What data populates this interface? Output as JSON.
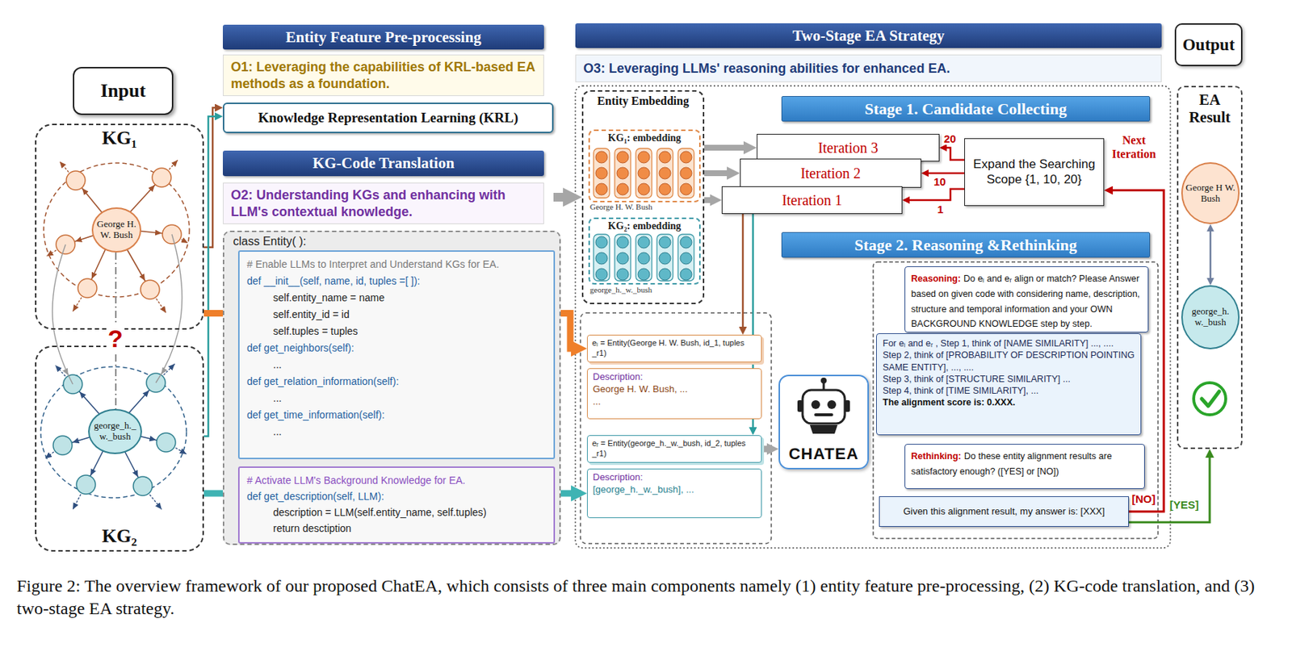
{
  "diagram": {
    "caption": "Figure 2: The overview framework of our proposed ChatEA, which consists of three main components namely (1) entity feature pre-processing, (2) KG-code translation, and (3) two-stage EA strategy.",
    "nodes": [
      {
        "text": [
          "Input"
        ]
      },
      {
        "text": [
          "KG₁"
        ]
      },
      {
        "text": [
          "George H. W. Bush"
        ],
        "in": 1
      },
      {
        "text": [
          "KG₂"
        ]
      },
      {
        "text": [
          "george_h._w._bush"
        ],
        "in": 3
      },
      {
        "text": [
          "Entity Feature Pre-processing"
        ]
      },
      {
        "text": [
          "O1: Leveraging the capabilities of KRL-based EA methods as a foundation."
        ]
      },
      {
        "text": [
          "Knowledge Representation Learning (KRL)"
        ]
      },
      {
        "text": [
          "KG-Code Translation"
        ]
      },
      {
        "text": [
          "O2: Understanding KGs and enhancing with LLM's contextual knowledge."
        ]
      },
      {
        "text": [
          "class Entity( ):"
        ]
      },
      {
        "text": [
          "# Enable LLMs to Interpret and Understand KGs for EA.",
          "def __init__(self, name, id, tuples =[ ]):",
          "self.entity_name = name",
          "self.entity_id = id",
          "self.tuples = tuples",
          "def get_neighbors(self):",
          "...",
          "def get_relation_information(self):",
          "...",
          "def get_time_information(self):",
          "..."
        ],
        "in": 10
      },
      {
        "text": [
          "# Activate LLM's Background Knowledge for EA.",
          "def get_description(self, LLM):",
          "description = LLM(self.entity_name, self.tuples)",
          "return desctiption"
        ],
        "in": 10
      },
      {
        "text": [
          "Two-Stage EA Strategy"
        ]
      },
      {
        "text": [
          "O3: Leveraging LLMs' reasoning abilities for enhanced EA."
        ]
      },
      {
        "text": [
          "Entity Embedding"
        ]
      },
      {
        "text": [
          "KG₁: embedding"
        ],
        "in": 15
      },
      {
        "text": [
          "KG₂: embedding"
        ],
        "in": 15
      },
      {
        "text": [
          "Stage 1. Candidate Collecting"
        ]
      },
      {
        "text": [
          "Iteration 3"
        ]
      },
      {
        "text": [
          "Iteration 2"
        ]
      },
      {
        "text": [
          "Iteration 1"
        ]
      },
      {
        "text": [
          "Expand the Searching Scope {1, 10, 20}"
        ]
      },
      {
        "text": [
          "Stage 2. Reasoning &Rethinking"
        ]
      },
      {
        "text": [
          "eₗ = Entity(George H. W. Bush, id_1, tuples _r1)"
        ]
      },
      {
        "text": [
          "Description:",
          "George H. W. Bush, ...",
          "..."
        ]
      },
      {
        "text": [
          "eᵣ = Entity(george_h._w._bush, id_2, tuples _r1)"
        ]
      },
      {
        "text": [
          "Description:",
          "[george_h._w._bush], ..."
        ]
      },
      {
        "text": [
          "CHATEA"
        ]
      },
      {
        "text": [
          "Reasoning:",
          "Do eₗ and eᵣ align or match? Please Answer based on given code with considering name, description, structure and temporal information and your OWN BACKGROUND KNOWLEDGE step by step."
        ]
      },
      {
        "text": [
          "For eₗ and eᵣ , Step 1, think of [NAME SIMILARITY] ..., ....",
          "Step 2, think of [PROBABILITY OF DESCRIPTION POINTING SAME ENTITY], ..., ....",
          "Step 3, think of [STRUCTURE SIMILARITY] ...",
          "Step 4, think of [TIME SIMILARITY], ...",
          "The alignment score is: 0.XXX."
        ]
      },
      {
        "text": [
          "Rethinking:",
          "Do these entity alignment results are satisfactory enough? ([YES] or [NO])"
        ]
      },
      {
        "text": [
          "Given this alignment result, my answer is: [XXX]"
        ]
      },
      {
        "text": [
          "Output"
        ]
      },
      {
        "text": [
          "EA Result"
        ]
      },
      {
        "text": [
          "George H W. Bush"
        ],
        "in": 34
      },
      {
        "text": [
          "george_h. w._bush"
        ],
        "in": 34
      }
    ],
    "edges": [
      {
        "from": 1,
        "to": 7,
        "arrow": "to"
      },
      {
        "from": 3,
        "to": 7,
        "arrow": "to"
      },
      {
        "from": 1,
        "to": 24,
        "arrow": "to"
      },
      {
        "from": 3,
        "to": 27,
        "arrow": "to"
      },
      {
        "from": 7,
        "to": 15,
        "arrow": "to"
      },
      {
        "from": 15,
        "to": 19,
        "arrow": "to"
      },
      {
        "from": 15,
        "to": 20,
        "arrow": "to"
      },
      {
        "from": 15,
        "to": 21,
        "arrow": "to"
      },
      {
        "from": 22,
        "to": 19,
        "label": "20",
        "arrow": "to"
      },
      {
        "from": 22,
        "to": 20,
        "label": "10",
        "arrow": "to"
      },
      {
        "from": 22,
        "to": 21,
        "label": "1",
        "arrow": "to"
      },
      {
        "from": 21,
        "to": 24,
        "arrow": "to"
      },
      {
        "from": 21,
        "to": 26,
        "arrow": "to"
      },
      {
        "from": 26,
        "to": 28,
        "arrow": "to"
      },
      {
        "from": 32,
        "to": 22,
        "label": "[NO]",
        "arrow": "to"
      },
      {
        "from": 32,
        "to": 34,
        "label": "[YES]",
        "arrow": "to"
      },
      {
        "from": 35,
        "to": 36,
        "arrow": "both"
      },
      {
        "from": 2,
        "to": 4,
        "label": "?",
        "arrow": "none"
      }
    ],
    "labels": [
      "George H. W. Bush",
      "george_h._w._bush",
      "Next Iteration"
    ]
  }
}
